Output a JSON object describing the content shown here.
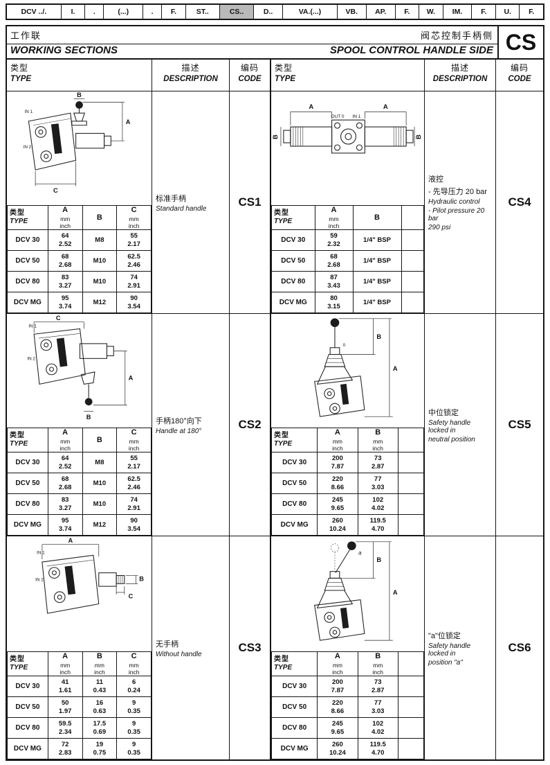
{
  "nav": {
    "tabs": [
      {
        "label": "DCV ../.",
        "active": false
      },
      {
        "label": "I.",
        "active": false
      },
      {
        "label": ".",
        "active": false
      },
      {
        "label": "(...)",
        "active": false
      },
      {
        "label": ".",
        "active": false
      },
      {
        "label": "F.",
        "active": false
      },
      {
        "label": "ST..",
        "active": false
      },
      {
        "label": "CS..",
        "active": true
      },
      {
        "label": "D..",
        "active": false
      },
      {
        "label": "VA.(...)",
        "active": false
      },
      {
        "label": "VB.",
        "active": false
      },
      {
        "label": "AP.",
        "active": false
      },
      {
        "label": "F.",
        "active": false
      },
      {
        "label": "W.",
        "active": false
      },
      {
        "label": "IM.",
        "active": false
      },
      {
        "label": "F.",
        "active": false
      },
      {
        "label": "U.",
        "active": false
      },
      {
        "label": "F.",
        "active": false
      }
    ]
  },
  "header": {
    "left_cn": "工作联",
    "left_en": "WORKING SECTIONS",
    "right_cn": "阀芯控制手柄侧",
    "right_en": "SPOOL CONTROL HANDLE SIDE",
    "code_letter": "CS"
  },
  "col_headers": {
    "type_cn": "类型",
    "type_en": "TYPE",
    "desc_cn": "描述",
    "desc_en": "DESCRIPTION",
    "code_cn": "编码",
    "code_en": "CODE"
  },
  "sections": [
    {
      "code": "CS1",
      "desc_cn": [
        "标准手柄"
      ],
      "desc_en": [
        "Standard handle"
      ],
      "diagram": {
        "dims": [
          "B",
          "A",
          "C"
        ],
        "ports": [
          "IN 1",
          "IN 2"
        ]
      },
      "table": {
        "type_header": [
          "类型",
          "TYPE"
        ],
        "columns": [
          {
            "label": "A",
            "sub": [
              "mm",
              "inch"
            ]
          },
          {
            "label": "B",
            "sub": []
          },
          {
            "label": "C",
            "sub": [
              "mm",
              "inch"
            ]
          }
        ],
        "rows": [
          {
            "type": "DCV 30",
            "values": [
              [
                "64",
                "2.52"
              ],
              [
                "M8"
              ],
              [
                "55",
                "2.17"
              ]
            ]
          },
          {
            "type": "DCV 50",
            "values": [
              [
                "68",
                "2.68"
              ],
              [
                "M10"
              ],
              [
                "62.5",
                "2.46"
              ]
            ]
          },
          {
            "type": "DCV 80",
            "values": [
              [
                "83",
                "3.27"
              ],
              [
                "M10"
              ],
              [
                "74",
                "2.91"
              ]
            ]
          },
          {
            "type": "DCV MG",
            "values": [
              [
                "95",
                "3.74"
              ],
              [
                "M12"
              ],
              [
                "90",
                "3.54"
              ]
            ]
          }
        ]
      }
    },
    {
      "code": "CS2",
      "desc_cn": [
        "手柄180°向下"
      ],
      "desc_en": [
        "Handle at 180°"
      ],
      "diagram": {
        "dims": [
          "C",
          "A",
          "B"
        ],
        "ports": [
          "IN 1",
          "IN 2"
        ]
      },
      "table": {
        "type_header": [
          "类型",
          "TYPE"
        ],
        "columns": [
          {
            "label": "A",
            "sub": [
              "mm",
              "inch"
            ]
          },
          {
            "label": "B",
            "sub": []
          },
          {
            "label": "C",
            "sub": [
              "mm",
              "inch"
            ]
          }
        ],
        "rows": [
          {
            "type": "DCV 30",
            "values": [
              [
                "64",
                "2.52"
              ],
              [
                "M8"
              ],
              [
                "55",
                "2.17"
              ]
            ]
          },
          {
            "type": "DCV 50",
            "values": [
              [
                "68",
                "2.68"
              ],
              [
                "M10"
              ],
              [
                "62.5",
                "2.46"
              ]
            ]
          },
          {
            "type": "DCV 80",
            "values": [
              [
                "83",
                "3.27"
              ],
              [
                "M10"
              ],
              [
                "74",
                "2.91"
              ]
            ]
          },
          {
            "type": "DCV MG",
            "values": [
              [
                "95",
                "3.74"
              ],
              [
                "M12"
              ],
              [
                "90",
                "3.54"
              ]
            ]
          }
        ]
      }
    },
    {
      "code": "CS3",
      "desc_cn": [
        "无手柄"
      ],
      "desc_en": [
        "Without handle"
      ],
      "diagram": {
        "dims": [
          "A",
          "B",
          "C"
        ],
        "ports": [
          "IN 1",
          "IN 2"
        ]
      },
      "table": {
        "type_header": [
          "类型",
          "TYPE"
        ],
        "columns": [
          {
            "label": "A",
            "sub": [
              "mm",
              "inch"
            ]
          },
          {
            "label": "B",
            "sub": [
              "mm",
              "inch"
            ]
          },
          {
            "label": "C",
            "sub": [
              "mm",
              "inch"
            ]
          }
        ],
        "rows": [
          {
            "type": "DCV 30",
            "values": [
              [
                "41",
                "1.61"
              ],
              [
                "11",
                "0.43"
              ],
              [
                "6",
                "0.24"
              ]
            ]
          },
          {
            "type": "DCV 50",
            "values": [
              [
                "50",
                "1.97"
              ],
              [
                "16",
                "0.63"
              ],
              [
                "9",
                "0.35"
              ]
            ]
          },
          {
            "type": "DCV 80",
            "values": [
              [
                "59.5",
                "2.34"
              ],
              [
                "17.5",
                "0.69"
              ],
              [
                "9",
                "0.35"
              ]
            ]
          },
          {
            "type": "DCV MG",
            "values": [
              [
                "72",
                "2.83"
              ],
              [
                "19",
                "0.75"
              ],
              [
                "9",
                "0.35"
              ]
            ]
          }
        ]
      }
    },
    {
      "code": "CS4",
      "desc_cn": [
        "液控",
        "- 先导压力 20 bar"
      ],
      "desc_en": [
        "Hydraulic control",
        "- Pilot pressure 20 bar",
        "290 psi"
      ],
      "diagram": {
        "dims": [
          "A",
          "A",
          "B",
          "B"
        ],
        "ports": [
          "OUT 0",
          "IN 1"
        ]
      },
      "table": {
        "type_header": [
          "类型",
          "TYPE"
        ],
        "columns": [
          {
            "label": "A",
            "sub": [
              "mm",
              "inch"
            ]
          },
          {
            "label": "B",
            "sub": []
          },
          {
            "label": "",
            "sub": []
          }
        ],
        "rows": [
          {
            "type": "DCV 30",
            "values": [
              [
                "59",
                "2.32"
              ],
              [
                "1/4\" BSP"
              ],
              []
            ]
          },
          {
            "type": "DCV 50",
            "values": [
              [
                "68",
                "2.68"
              ],
              [
                "1/4\" BSP"
              ],
              []
            ]
          },
          {
            "type": "DCV 80",
            "values": [
              [
                "87",
                "3.43"
              ],
              [
                "1/4\" BSP"
              ],
              []
            ]
          },
          {
            "type": "DCV MG",
            "values": [
              [
                "80",
                "3.15"
              ],
              [
                "1/4\" BSP"
              ],
              []
            ]
          }
        ]
      }
    },
    {
      "code": "CS5",
      "desc_cn": [
        "中位锁定"
      ],
      "desc_en": [
        "Safety handle locked in",
        "neutral position"
      ],
      "diagram": {
        "dims": [
          "A",
          "B"
        ],
        "position_label": "0"
      },
      "table": {
        "type_header": [
          "类型",
          "TYPE"
        ],
        "columns": [
          {
            "label": "A",
            "sub": [
              "mm",
              "inch"
            ]
          },
          {
            "label": "B",
            "sub": [
              "mm",
              "inch"
            ]
          },
          {
            "label": "",
            "sub": []
          }
        ],
        "rows": [
          {
            "type": "DCV 30",
            "values": [
              [
                "200",
                "7.87"
              ],
              [
                "73",
                "2.87"
              ],
              []
            ]
          },
          {
            "type": "DCV 50",
            "values": [
              [
                "220",
                "8.66"
              ],
              [
                "77",
                "3.03"
              ],
              []
            ]
          },
          {
            "type": "DCV 80",
            "values": [
              [
                "245",
                "9.65"
              ],
              [
                "102",
                "4.02"
              ],
              []
            ]
          },
          {
            "type": "DCV MG",
            "values": [
              [
                "260",
                "10.24"
              ],
              [
                "119.5",
                "4.70"
              ],
              []
            ]
          }
        ]
      }
    },
    {
      "code": "CS6",
      "desc_cn": [
        "\"a\"位锁定"
      ],
      "desc_en": [
        "Safety handle locked in",
        "position \"a\""
      ],
      "diagram": {
        "dims": [
          "A",
          "B"
        ],
        "position_label": "a"
      },
      "table": {
        "type_header": [
          "类型",
          "TYPE"
        ],
        "columns": [
          {
            "label": "A",
            "sub": [
              "mm",
              "inch"
            ]
          },
          {
            "label": "B",
            "sub": [
              "mm",
              "inch"
            ]
          },
          {
            "label": "",
            "sub": []
          }
        ],
        "rows": [
          {
            "type": "DCV 30",
            "values": [
              [
                "200",
                "7.87"
              ],
              [
                "73",
                "2.87"
              ],
              []
            ]
          },
          {
            "type": "DCV 50",
            "values": [
              [
                "220",
                "8.66"
              ],
              [
                "77",
                "3.03"
              ],
              []
            ]
          },
          {
            "type": "DCV 80",
            "values": [
              [
                "245",
                "9.65"
              ],
              [
                "102",
                "4.02"
              ],
              []
            ]
          },
          {
            "type": "DCV MG",
            "values": [
              [
                "260",
                "10.24"
              ],
              [
                "119.5",
                "4.70"
              ],
              []
            ]
          }
        ]
      }
    }
  ]
}
